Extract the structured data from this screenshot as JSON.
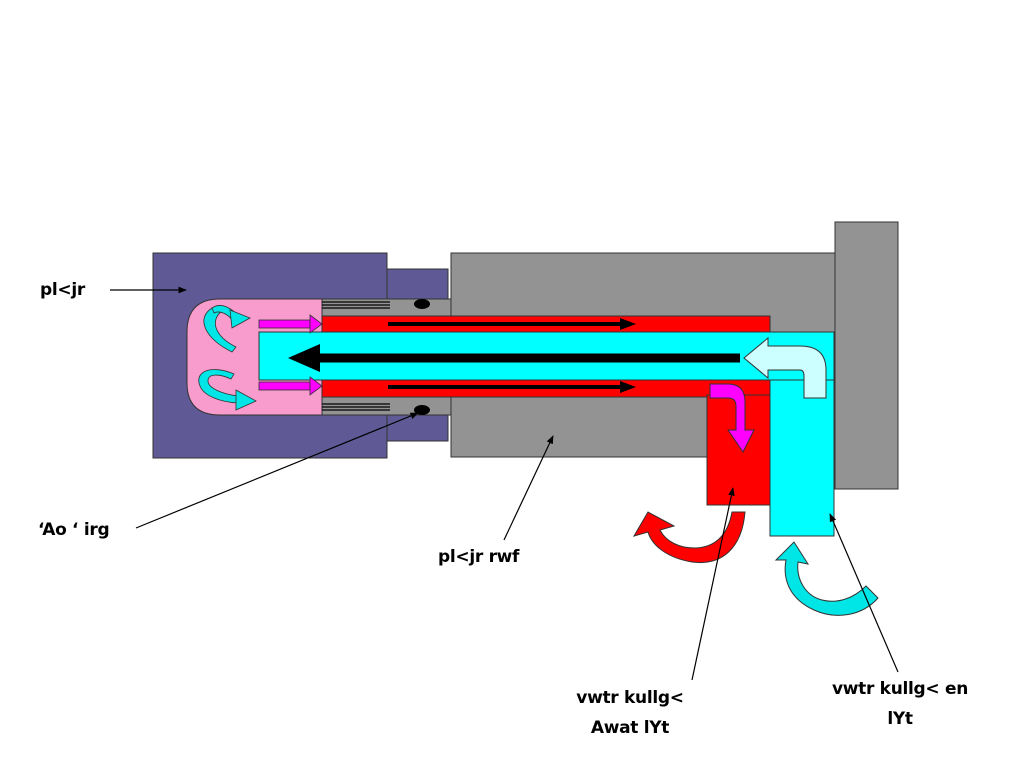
{
  "labels": {
    "plunger": "pl<jr",
    "seal_ring": "‘Ao ‘ irg",
    "plunger_rod": "pl<jr rwf",
    "water_cooling_out": {
      "line1": "vwtr kullg<",
      "line2": "Awat lYt"
    },
    "water_cooling_in": {
      "line1": "vwtr kullg< en",
      "line2": "lYt"
    }
  },
  "colors": {
    "plunger_block": "#5f5a96",
    "plunger_cavity": "#f79ccc",
    "housing": "#939393",
    "hot_tube": "#ff0000",
    "cold_tube": "#00ffff",
    "magenta_arrow": "#ff00ff",
    "light_cyan_arrow": "#ccffff"
  },
  "icons": [
    "curved-flow-arrow",
    "straight-flow-arrow",
    "ring-seal-dot",
    "pointer-arrow"
  ]
}
